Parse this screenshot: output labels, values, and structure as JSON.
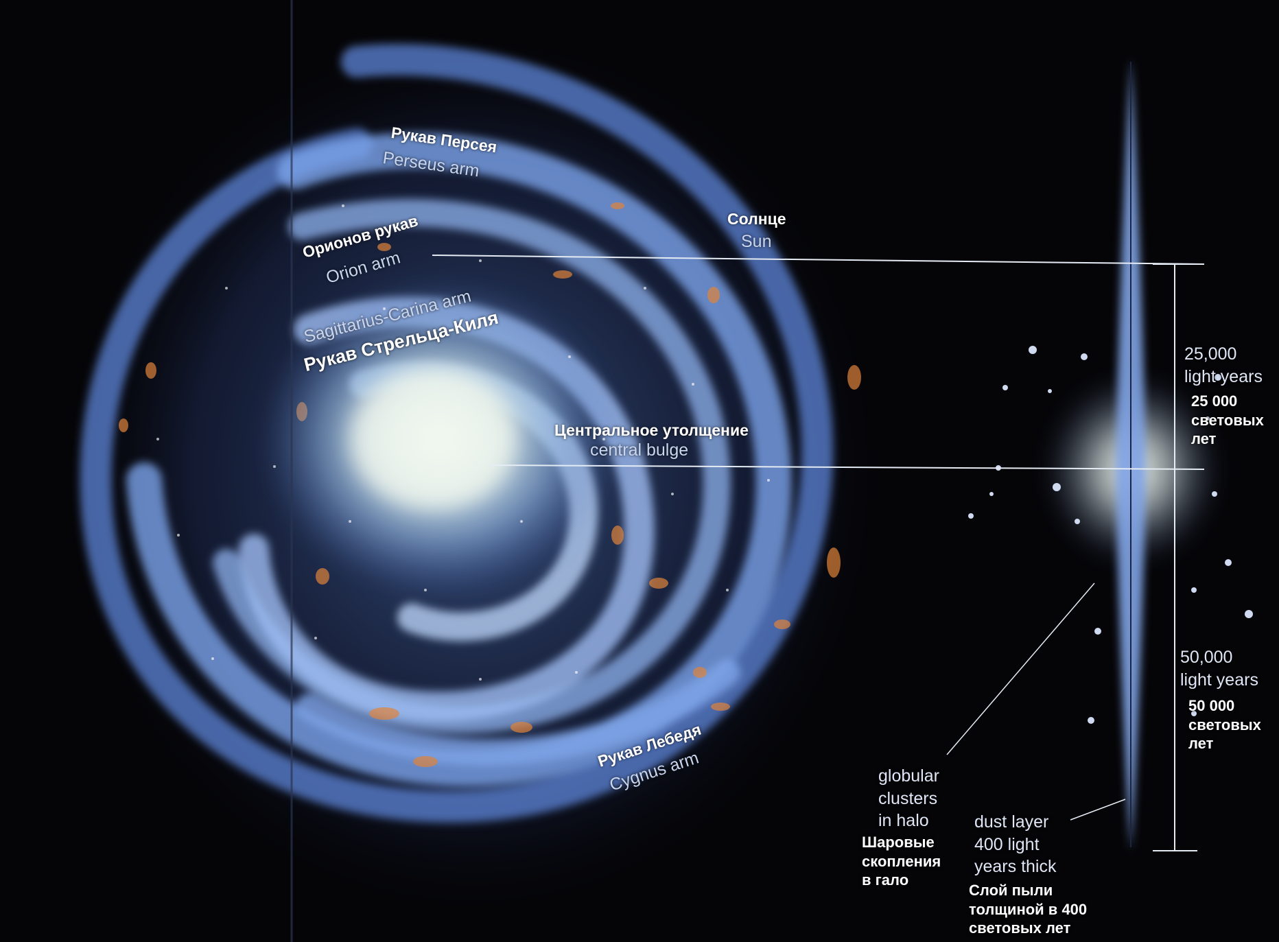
{
  "colors": {
    "background": "#050508",
    "arm_blue": "#6f9be8",
    "bulge_white": "#eef6ef",
    "dust_orange": "#e0833a",
    "guide_line": "#e6ecf4"
  },
  "labels": {
    "perseus_ru": "Рукав Персея",
    "perseus_en": "Perseus arm",
    "orion_ru": "Орионов рукав",
    "orion_en": "Orion arm",
    "sagittarius_en": "Sagittarius-Carina arm",
    "sagittarius_ru": "Рукав Стрельца-Киля",
    "sun_ru": "Солнце",
    "sun_en": "Sun",
    "bulge_ru": "Центральное утолщение",
    "bulge_en": "central bulge",
    "cygnus_ru": "Рукав Лебедя",
    "cygnus_en": "Cygnus arm"
  },
  "measures": {
    "d25_en_1": "25,000",
    "d25_en_2": "light years",
    "d25_ru_1": "25 000",
    "d25_ru_2": "световых",
    "d25_ru_3": "лет",
    "d50_en_1": "50,000",
    "d50_en_2": "light years",
    "d50_ru_1": "50 000",
    "d50_ru_2": "световых",
    "d50_ru_3": "лет"
  },
  "callouts": {
    "globular_en_1": "globular",
    "globular_en_2": "clusters",
    "globular_en_3": "in halo",
    "globular_ru_1": "Шаровые",
    "globular_ru_2": "скопления",
    "globular_ru_3": "в гало",
    "dust_en_1": "dust layer",
    "dust_en_2": "400 light",
    "dust_en_3": "years thick",
    "dust_ru_1": "Слой пыли",
    "dust_ru_2": "толщиной в 400",
    "dust_ru_3": "световых лет"
  }
}
